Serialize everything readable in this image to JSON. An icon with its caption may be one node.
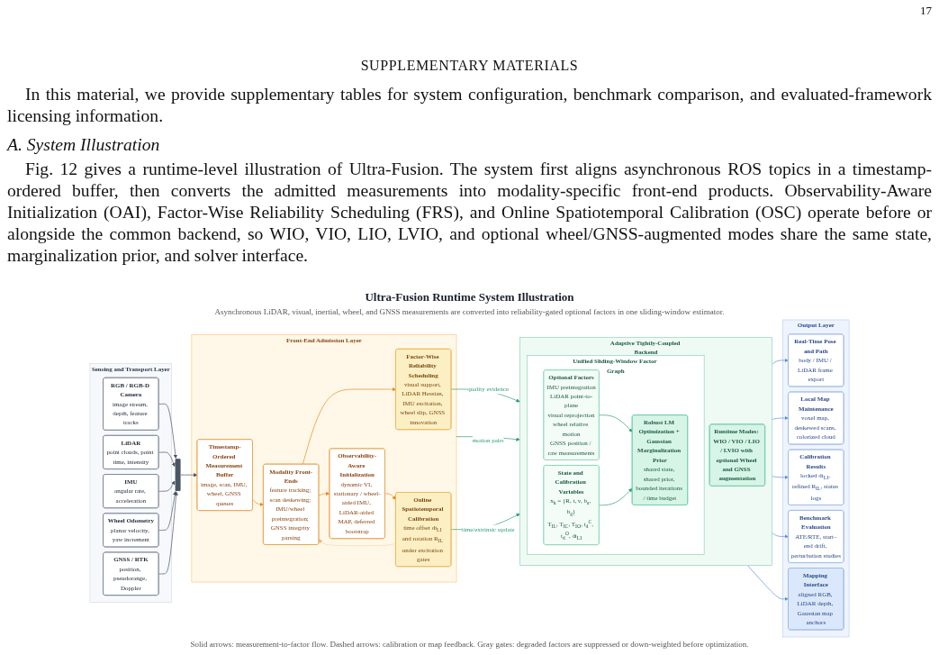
{
  "diagram": {
    "title": "Ultra-Fusion Runtime System Illustration",
    "caption": "Solid arrows: measurement-to-factor flow. Dashed arrows: calibration or map feedback. Gray gates: degraded factors are suppressed or down-weighted before optimization.",
    "nodes": [
      {
        "text": [
          "Sensing and Transport Layer"
        ]
      },
      {
        "text": [
          "RGB / RGB-D Camera",
          "image stream, depth, feature tracks"
        ],
        "in": 0
      },
      {
        "text": [
          "LiDAR",
          "point clouds, point time, intensity"
        ],
        "in": 0
      },
      {
        "text": [
          "IMU",
          "angular rate, acceleration"
        ],
        "in": 0
      },
      {
        "text": [
          "Wheel Odometry",
          "planar velocity, yaw increment"
        ],
        "in": 0
      },
      {
        "text": [
          "GNSS / RTK",
          "position, pseudorange, Doppler"
        ],
        "in": 0
      },
      {
        "text": [],
        "shape": "bar"
      },
      {
        "text": [
          "Front-End Admission Layer"
        ]
      },
      {
        "text": [
          "Timestamp-Ordered Measurement Buffer",
          "image, scan, IMU, wheel, GNSS queues"
        ],
        "in": 7
      },
      {
        "text": [
          "Modality Front-Ends",
          "feature tracking; scan deskewing; IMU/wheel preintegration; GNSS integrity parsing"
        ],
        "in": 7
      },
      {
        "text": [
          "Observability-Aware Initialization",
          "dynamic VI, stationary / wheel-aided IMU, LiDAR-aided MAP, deferred bootstrap"
        ],
        "in": 7
      },
      {
        "text": [
          "Factor-Wise Reliability Scheduling",
          "visual support, LiDAR Hessian, IMU excitation, wheel slip, GNSS innovation"
        ],
        "in": 7
      },
      {
        "text": [
          "Online Spatiotemporal Calibration",
          "time offset dt$_{LI}$ and rotation R$_{IL}$ under excitation gates"
        ],
        "in": 7
      },
      {
        "text": [
          "Adaptive Tightly-Coupled Backend"
        ]
      },
      {
        "text": [
          "Unified Sliding-Window Factor Graph"
        ],
        "in": 13
      },
      {
        "text": [
          "Optional Factors",
          "IMU preintegration",
          "LiDAR point-to-plane",
          "visual reprojection",
          "wheel relative motion",
          "GNSS position / raw measurements"
        ],
        "in": 14
      },
      {
        "text": [
          "State and Calibration Variables",
          "x$_{k}$ = {R, t, v, b$_{a}$, b$_{g}$}",
          "T$_{IL}$, T$_{IC}$, T$_{IO}$, t$_{d}$$^{C}$, t$_{d}$$^{O}$, dt$_{LI}$"
        ],
        "in": 14
      },
      {
        "text": [
          "Robust LM Optimization + Gaussian Marginalization Prior",
          "shared state, shared prior, bounded iterations / time budget"
        ],
        "in": 14
      },
      {
        "text": [
          "Runtime Modes: WIO / VIO / LIO / LVIO with optional Wheel and GNSS augmentation"
        ],
        "in": 13
      },
      {
        "text": [
          "Output Layer"
        ]
      },
      {
        "text": [
          "Real-Time Pose and Path",
          "body / IMU / LiDAR frame export"
        ],
        "in": 19
      },
      {
        "text": [
          "Local Map Maintenance",
          "voxel map, deskewed scans, colorized cloud"
        ],
        "in": 19
      },
      {
        "text": [
          "Calibration Results",
          "locked dt$_{LI}$, refined R$_{IL}$, status logs"
        ],
        "in": 19
      },
      {
        "text": [
          "Benchmark Evaluation",
          "ATE/RTE, start–end drift, perturbation studies"
        ],
        "in": 19
      },
      {
        "text": [
          "Mapping Interface",
          "aligned RGB, LiDAR depth, Gaussian map anchors"
        ],
        "in": 19
      }
    ],
    "edges": [
      {
        "from": 1,
        "to": 6,
        "arrow": "to"
      },
      {
        "from": 2,
        "to": 6,
        "arrow": "to"
      },
      {
        "from": 3,
        "to": 6,
        "arrow": "to"
      },
      {
        "from": 4,
        "to": 6,
        "arrow": "to"
      },
      {
        "from": 5,
        "to": 6,
        "arrow": "to"
      },
      {
        "from": 6,
        "to": 8,
        "arrow": "to"
      },
      {
        "from": 8,
        "to": 9,
        "arrow": "to",
        "color": "#e8891c"
      },
      {
        "from": 9,
        "to": 10,
        "arrow": "to",
        "color": "#e8891c"
      },
      {
        "from": 9,
        "to": 11,
        "arrow": "to",
        "color": "#e8891c"
      },
      {
        "from": 10,
        "to": 12,
        "arrow": "to",
        "color": "#e8891c"
      },
      {
        "from": 12,
        "to": 9,
        "arrow": "to",
        "style": "dashed",
        "color": "#f0b47a"
      },
      {
        "from": 11,
        "to": 13,
        "arrow": "to",
        "label": "quality evidence",
        "color": "#2e9c78"
      },
      {
        "from": 7,
        "to": 13,
        "arrow": "to",
        "label": "motion pairs",
        "color": "#2e9c78"
      },
      {
        "from": 12,
        "to": 13,
        "arrow": "to",
        "label": "time/extrinsic update",
        "color": "#2e9c78"
      },
      {
        "from": 15,
        "to": 17,
        "arrow": "to",
        "color": "#2e9c78"
      },
      {
        "from": 16,
        "to": 17,
        "arrow": "to",
        "color": "#2e9c78"
      },
      {
        "from": 13,
        "to": 20,
        "arrow": "to",
        "color": "#5b8fd6"
      },
      {
        "from": 13,
        "to": 21,
        "arrow": "to",
        "color": "#5b8fd6"
      },
      {
        "from": 13,
        "to": 22,
        "arrow": "to",
        "color": "#5b8fd6"
      },
      {
        "from": 13,
        "to": 23,
        "arrow": "to",
        "color": "#5b8fd6"
      },
      {
        "from": 13,
        "to": 24,
        "arrow": "to",
        "color": "#5b8fd6"
      }
    ],
    "labels": [
      "17",
      "SUPPLEMENTARY MATERIALS",
      "In this material, we provide supplementary tables for system configuration, benchmark comparison, and evaluated-framework licensing information.",
      "A. System Illustration",
      "Fig. 12 gives a runtime-level illustration of Ultra-Fusion. The system first aligns asynchronous ROS topics in a timestamp-ordered buffer, then converts the admitted measurements into modality-specific front-end products. Observability-Aware Initialization (OAI), Factor-Wise Reliability Scheduling (FRS), and Online Spatiotemporal Calibration (OSC) operate before or alongside the common backend, so WIO, VIO, LIO, LVIO, and optional wheel/GNSS-augmented modes share the same state, marginalization prior, and solver interface.",
      "Asynchronous LiDAR, visual, inertial, wheel, and GNSS measurements are converted into reliability-gated optional factors in one sliding-window estimator."
    ]
  }
}
